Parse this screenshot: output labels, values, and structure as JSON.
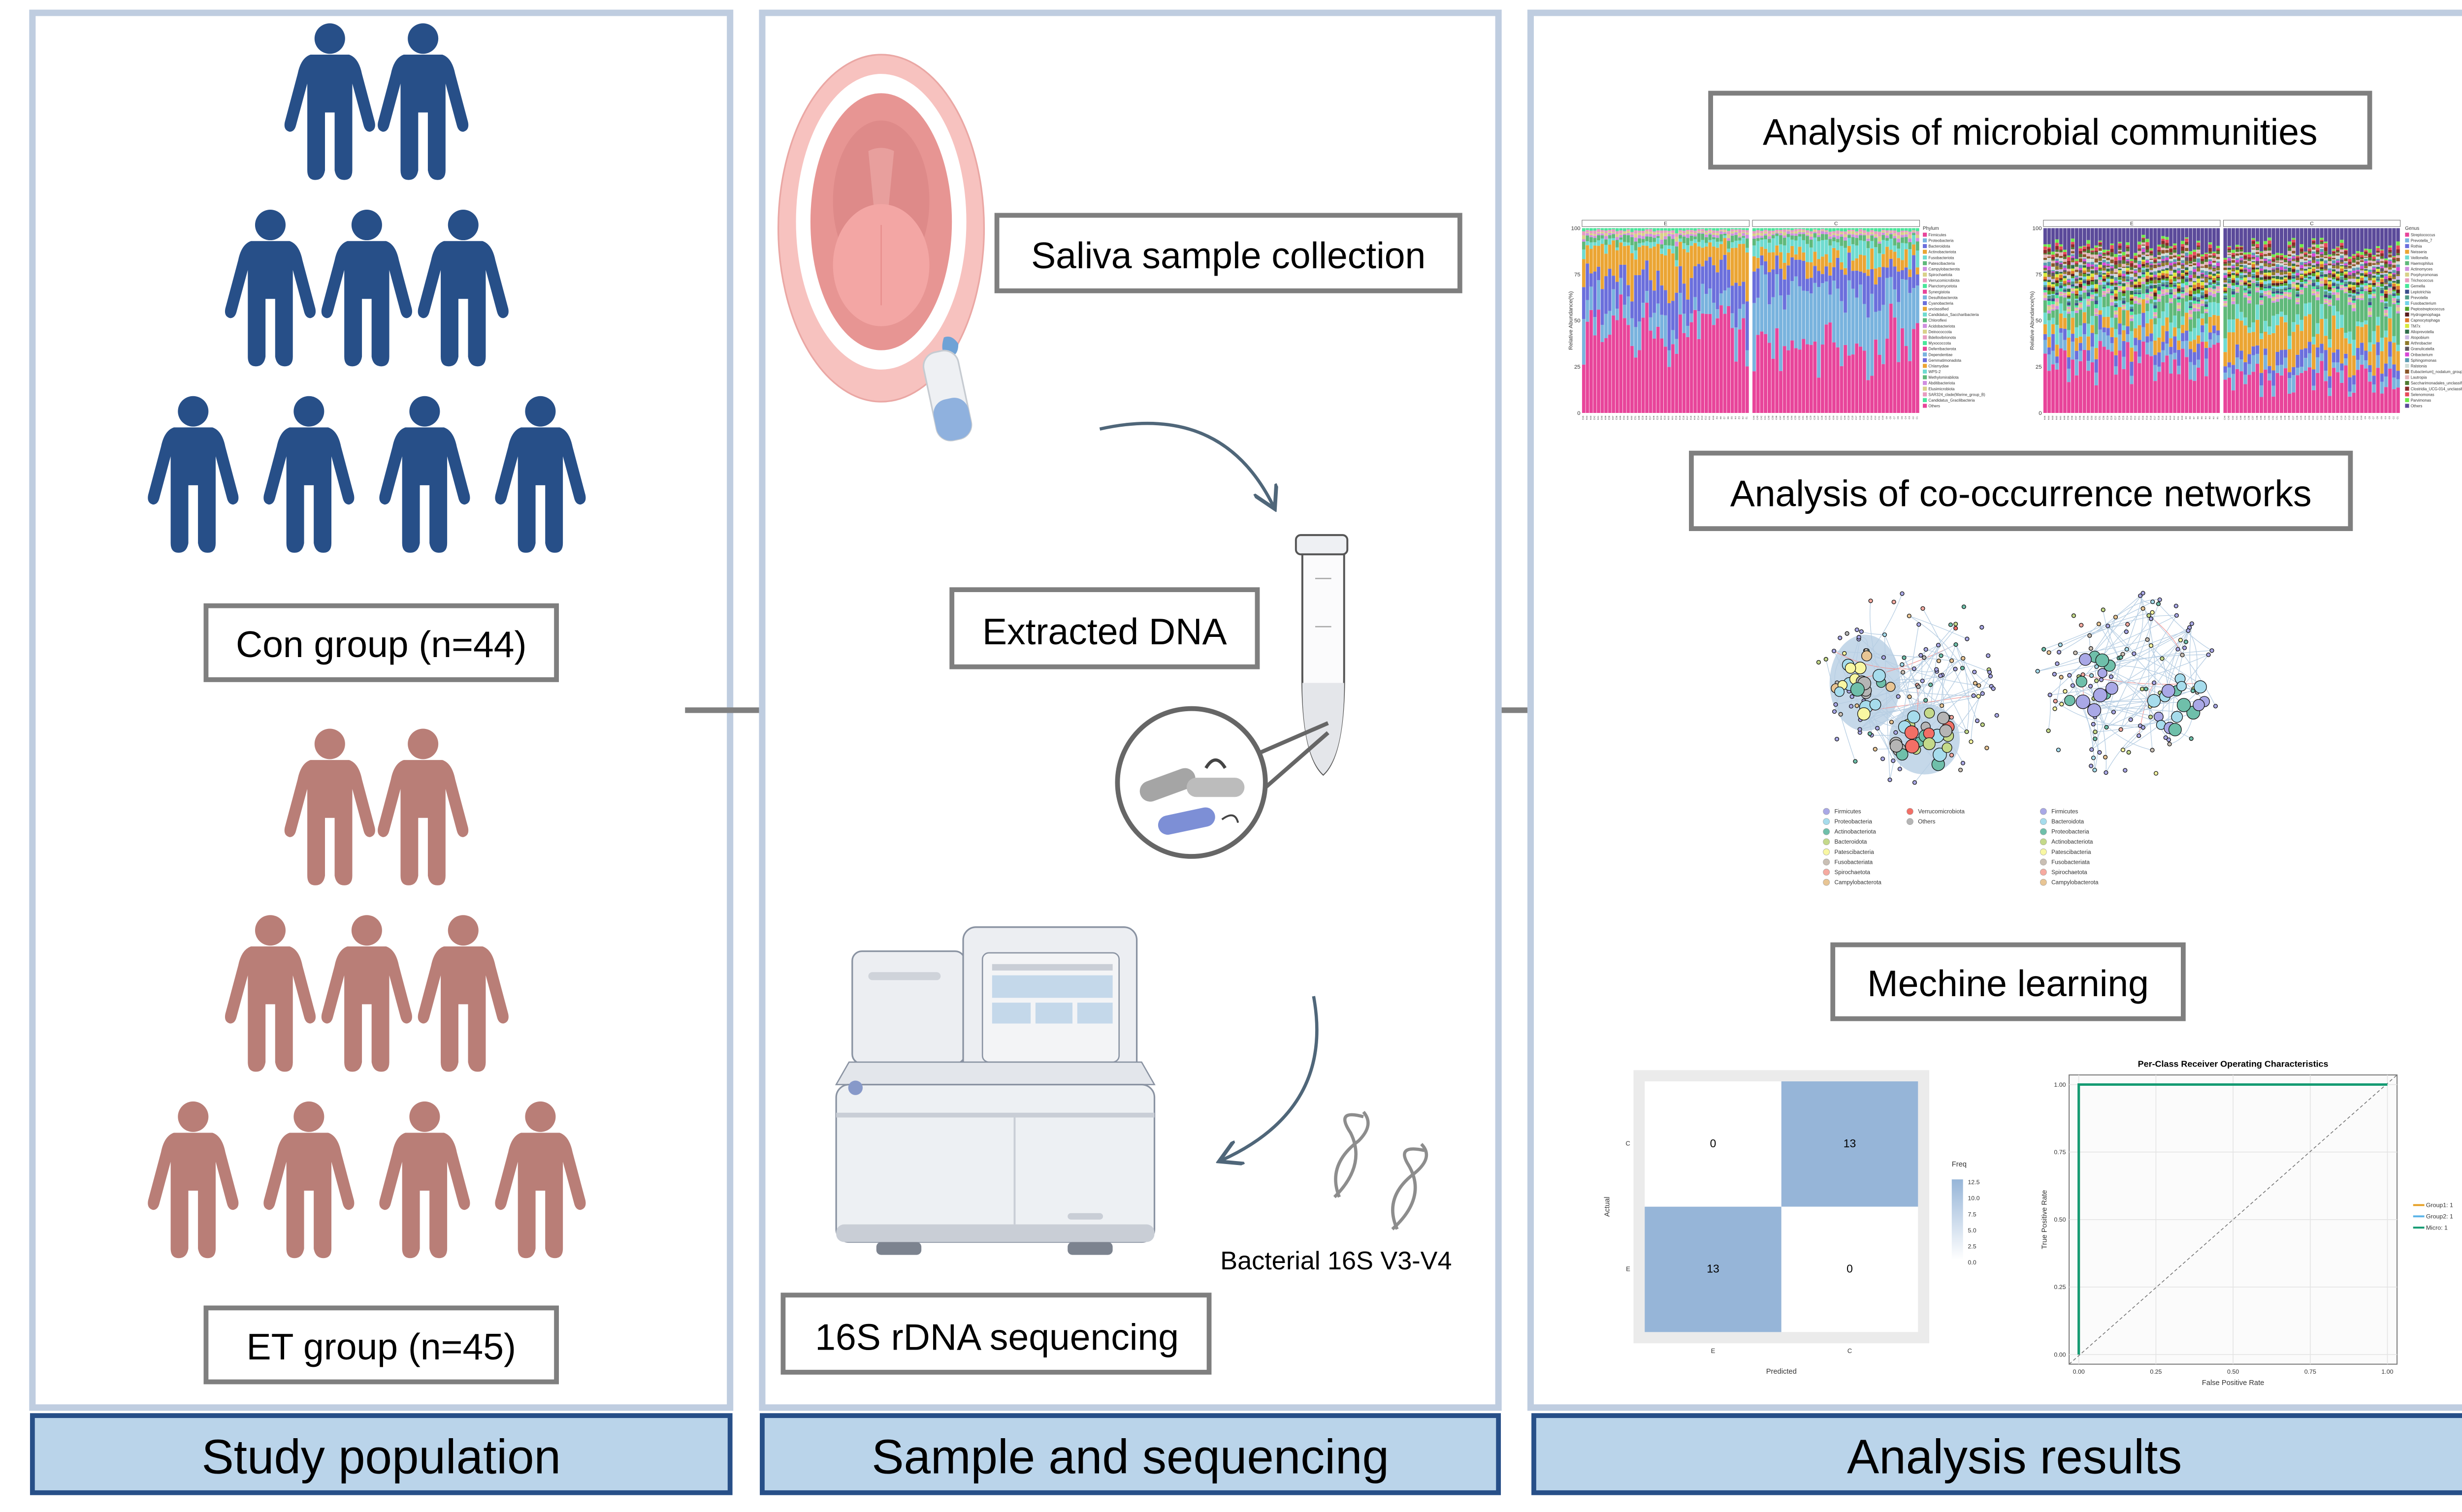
{
  "panels": {
    "study": {
      "footer": "Study population",
      "con_label": "Con group (n=44)",
      "et_label": "ET group (n=45)",
      "con_color": "#274f88",
      "et_color": "#b97e77"
    },
    "sample": {
      "footer": "Sample and sequencing",
      "saliva_label": "Saliva sample collection",
      "dna_label": "Extracted DNA",
      "region_label": "Bacterial 16S V3-V4",
      "seq_label": "16S rDNA sequencing"
    },
    "analysis": {
      "footer": "Analysis results",
      "communities_label": "Analysis of microbial communities",
      "networks_label": "Analysis of co-occurrence networks",
      "ml_label": "Mechine learning"
    }
  },
  "colors": {
    "panel_border": "#bfcde0",
    "footer_fill": "#bad4ea",
    "footer_border": "#274f88",
    "label_border": "#7f7f7f",
    "arrow": "#7f7f7f"
  },
  "chart_data": [
    {
      "id": "phylum-barplot",
      "type": "bar",
      "stacked": true,
      "facets": [
        "E",
        "C"
      ],
      "ylabel": "Relative Abundance(%)",
      "yticks": [
        "0",
        "25",
        "50",
        "75",
        "100"
      ],
      "ylim": [
        0,
        100
      ],
      "legend_title": "Phylum",
      "legend": [
        "Firmicutes",
        "Proteobacteria",
        "Bacteroidota",
        "Actinobacteriota",
        "Fusobacteriota",
        "Patescibacteria",
        "Campylobacterota",
        "Spirochaetota",
        "Verrucomicrobiota",
        "Planctomycetota",
        "Synergistota",
        "Desulfobacterota",
        "Cyanobacteria",
        "unclassified",
        "Candidatus_Saccharibacteria",
        "Chloroflexi",
        "Acidobacteriota",
        "Deinococcota",
        "Bdellovibrionota",
        "Myxococcota",
        "Deferribacterota",
        "Dependentiae",
        "Gemmatimonadota",
        "Chlamydiae",
        "WPS-2",
        "Methylomirabilota",
        "Abditibacteriota",
        "Elusimicrobiota",
        "SAR324_clade(Marine_group_B)",
        "Candidatus_Gracilibacteria",
        "Others"
      ],
      "series_colors": [
        "#e8449a",
        "#79b3de",
        "#6b6fdc",
        "#eba533",
        "#6fdbd0",
        "#5fb97a",
        "#cf8ee0",
        "#d8d189",
        "#e79cc0",
        "#49e69a"
      ],
      "approx_mean_E": {
        "Firmicutes": 48,
        "Proteobacteria": 12,
        "Bacteroidota": 17,
        "Actinobacteriota": 17,
        "Fusobacteriota": 3,
        "Patescibacteria": 3
      },
      "approx_mean_C": {
        "Firmicutes": 38,
        "Proteobacteria": 30,
        "Bacteroidota": 14,
        "Actinobacteriota": 8,
        "Fusobacteriota": 7,
        "Patescibacteria": 3
      }
    },
    {
      "id": "genus-barplot",
      "type": "bar",
      "stacked": true,
      "facets": [
        "E",
        "C"
      ],
      "ylabel": "Relative Abundance(%)",
      "yticks": [
        "0",
        "25",
        "50",
        "75",
        "100"
      ],
      "ylim": [
        0,
        100
      ],
      "legend_title": "Genus",
      "legend": [
        "Streptococcus",
        "Prevotella_7",
        "Rothia",
        "Neisseria",
        "Veillonella",
        "Haemophilus",
        "Actinomyces",
        "Porphyromonas",
        "Trichococcus",
        "Gemella",
        "Leptotrichia",
        "Prevotella",
        "Fusobacterium",
        "Peptostreptococcus",
        "Hydrogenophaga",
        "Capnocytophaga",
        "TM7x",
        "Alloprevotella",
        "Atopobium",
        "Arthrobacter",
        "Granulicatella",
        "Oribacterium",
        "Sphingomonas",
        "Ralstonia",
        "Eubacterium]_nodatum_group",
        "Lautropia",
        "Saccharimonadales_unclassified",
        "Clostridia_UCG-014_unclassified",
        "Selenomonas",
        "Parvimonas",
        "Others"
      ],
      "series_colors": [
        "#e8449a",
        "#79b3de",
        "#6b6fdc",
        "#eba533",
        "#6fdbd0",
        "#5fb97a",
        "#cf8ee0",
        "#d8d189",
        "#e79cc0",
        "#49e69a",
        "#3a4e8a",
        "#4f9a85",
        "#72d4ea",
        "#4ea32a",
        "#5a1d1d",
        "#e07a2c",
        "#d8e83a",
        "#2f6e4a",
        "#cbb7e3",
        "#8f7a2a",
        "#5e5560",
        "#d845d6",
        "#5b9bb0",
        "#cfdcd6",
        "#8a5528",
        "#e3b3b8",
        "#4f7a2f",
        "#8a2a2a",
        "#e84a5a",
        "#6ee84a",
        "#5b4a9a"
      ],
      "approx_mean_E": {
        "Streptococcus": 28,
        "Others": 10
      },
      "approx_mean_C": {
        "Streptococcus": 20,
        "Neisseria": 15,
        "Haemophilus": 14,
        "Others": 12
      }
    },
    {
      "id": "network-E",
      "type": "scatter",
      "description": "co-occurrence network",
      "legend": [
        "Firmicutes",
        "Proteobacteria",
        "Actinobacteriota",
        "Bacteroidota",
        "Patescibacteria",
        "Fusobacteriata",
        "Spirochaetota",
        "Campylobacterota",
        "Verrucomicrobiota",
        "Others"
      ],
      "legend_colors": [
        "#a9a8e6",
        "#a6dcec",
        "#6fbfaa",
        "#c4d98a",
        "#f8f7a2",
        "#c9bfb4",
        "#f6aaa0",
        "#e8c594",
        "#f26f66",
        "#b5b5b5"
      ]
    },
    {
      "id": "network-C",
      "type": "scatter",
      "description": "co-occurrence network",
      "legend": [
        "Firmicutes",
        "Bacteroidota",
        "Proteobacteria",
        "Actinobacteriota",
        "Patescibacteria",
        "Fusobacteriata",
        "Spirochaetota",
        "Campylobacterota"
      ],
      "legend_colors": [
        "#a9a8e6",
        "#a6dcec",
        "#6fbfaa",
        "#c4d98a",
        "#f8f7a2",
        "#c9bfb4",
        "#f6aaa0",
        "#e8c594"
      ]
    },
    {
      "id": "confusion-matrix",
      "type": "heatmap",
      "xlabel": "Predicted",
      "ylabel": "Actual",
      "x_categories": [
        "E",
        "C"
      ],
      "y_categories": [
        "C",
        "E"
      ],
      "values": [
        [
          0,
          13
        ],
        [
          13,
          0
        ]
      ],
      "legend_title": "Freq",
      "legend_ticks": [
        "12.5",
        "10.0",
        "7.5",
        "5.0",
        "2.5",
        "0.0"
      ],
      "range": [
        0,
        13
      ],
      "color_high": "#96b5d8",
      "color_low": "#ffffff"
    },
    {
      "id": "roc-curve",
      "type": "line",
      "title": "Per-Class Receiver Operating Characteristics",
      "xlabel": "False Positive Rate",
      "ylabel": "True Positive Rate",
      "xlim": [
        0,
        1
      ],
      "ylim": [
        0,
        1
      ],
      "xticks": [
        "0.00",
        "0.25",
        "0.50",
        "0.75",
        "1.00"
      ],
      "yticks": [
        "0.00",
        "0.25",
        "0.50",
        "0.75",
        "1.00"
      ],
      "series": [
        {
          "name": "Group1: 1",
          "color": "#e6a024",
          "x": [
            0,
            0,
            1
          ],
          "y": [
            0,
            1,
            1
          ]
        },
        {
          "name": "Group2: 1",
          "color": "#5ab4e8",
          "x": [
            0,
            0,
            1
          ],
          "y": [
            0,
            1,
            1
          ]
        },
        {
          "name": "Micro: 1",
          "color": "#149b72",
          "x": [
            0,
            0,
            1
          ],
          "y": [
            0,
            1,
            1
          ]
        }
      ],
      "diagonal": true
    }
  ]
}
